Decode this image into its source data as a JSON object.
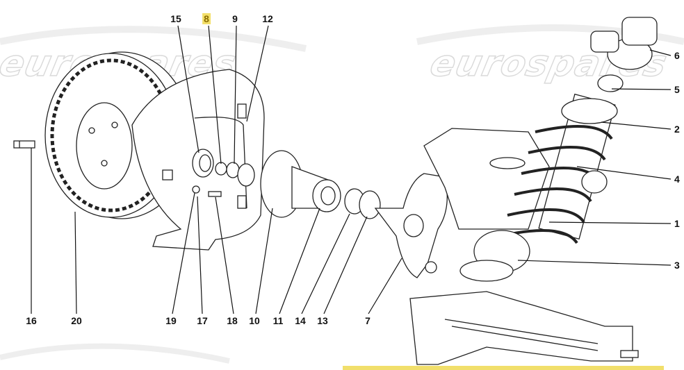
{
  "watermark": {
    "text": "eurospares"
  },
  "highlighted_part": "8",
  "accent_color": "#f3df6a",
  "labels": {
    "top": [
      "15",
      "8",
      "9",
      "12"
    ],
    "right": [
      "6",
      "5",
      "2",
      "4",
      "1",
      "3"
    ],
    "bottom": [
      "16",
      "20",
      "19",
      "17",
      "18",
      "10",
      "11",
      "14",
      "13",
      "7"
    ]
  }
}
